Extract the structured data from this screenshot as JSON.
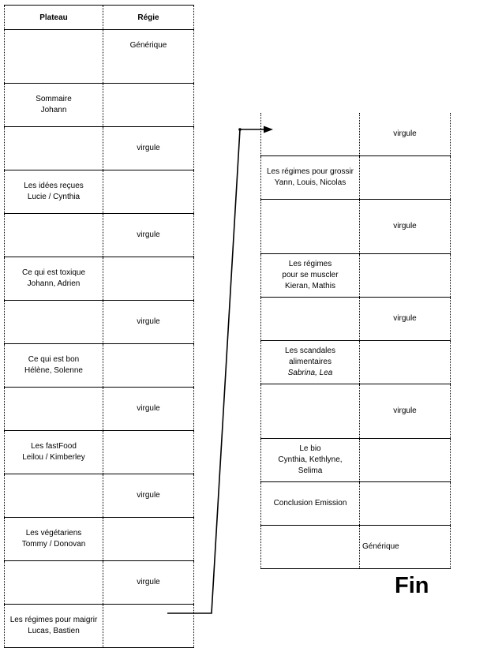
{
  "left_table": {
    "headers": [
      "Plateau",
      "Régie"
    ],
    "rows": [
      {
        "plateau": "",
        "regie": "Générique",
        "regie_style": "top"
      },
      {
        "plateau": "Sommaire\nJohann",
        "regie": ""
      },
      {
        "plateau": "",
        "regie": "virgule"
      },
      {
        "plateau": "Les idées reçues\nLucie / Cynthia",
        "regie": ""
      },
      {
        "plateau": "",
        "regie": "virgule"
      },
      {
        "plateau": "Ce qui est toxique\nJohann, Adrien",
        "regie": ""
      },
      {
        "plateau": "",
        "regie": "virgule"
      },
      {
        "plateau": "Ce qui est bon\nHélène, Solenne",
        "regie": ""
      },
      {
        "plateau": "",
        "regie": "virgule"
      },
      {
        "plateau": "Les fastFood\nLeilou / Kimberley",
        "regie": ""
      },
      {
        "plateau": "",
        "regie": "virgule"
      },
      {
        "plateau": "Les végétariens\nTommy / Donovan",
        "regie": ""
      },
      {
        "plateau": "",
        "regie": "virgule"
      },
      {
        "plateau": "Les régimes pour maigrir\nLucas, Bastien",
        "regie": ""
      }
    ]
  },
  "right_table": {
    "rows": [
      {
        "plateau": "",
        "regie": "virgule"
      },
      {
        "plateau": "Les régimes pour grossir\nYann, Louis, Nicolas",
        "regie": ""
      },
      {
        "plateau": "",
        "regie": "virgule"
      },
      {
        "plateau": "Les régimes\npour se muscler\nKieran, Mathis",
        "regie": ""
      },
      {
        "plateau": "",
        "regie": "virgule"
      },
      {
        "plateau": "Les scandales\nalimentaires\nSabrina, Lea",
        "regie": "",
        "italic_last_line": true
      },
      {
        "plateau": "",
        "regie": "virgule"
      },
      {
        "plateau": "Le bio\nCynthia, Kethlyne,\nSelima",
        "regie": ""
      },
      {
        "plateau": "Conclusion Emission",
        "regie": ""
      },
      {
        "plateau": "",
        "regie": "Générique",
        "regie_align": "left"
      }
    ]
  },
  "fin_label": "Fin"
}
